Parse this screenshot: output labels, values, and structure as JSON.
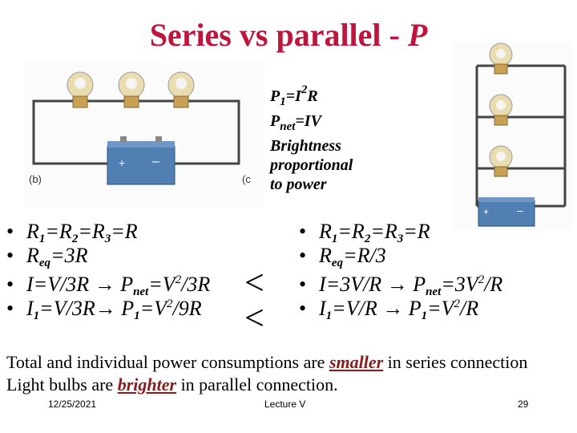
{
  "title": {
    "main": "Series vs parallel - ",
    "italic": "P"
  },
  "formulas": {
    "p1": {
      "a": "P",
      "sub": "1",
      "b": "=I",
      "sup": "2",
      "c": "R"
    },
    "pnet": {
      "a": "P",
      "sub": "net",
      "b": "=IV"
    },
    "line3": "Brightness",
    "line4": "proportional",
    "line5": "to power"
  },
  "figure_labels": {
    "series": "(b)",
    "partial": "(c"
  },
  "battery_signs": {
    "plus": "+",
    "minus": "–"
  },
  "series_list": [
    {
      "t1": "R",
      "s1": "1",
      "t2": "=R",
      "s2": "2",
      "t3": "=R",
      "s3": "3",
      "t4": "=R"
    },
    {
      "t1": "R",
      "s1": "eq",
      "t2": "=3R"
    },
    {
      "t1": "I=V/3R ",
      "arrow": "→",
      "t2": " P",
      "s2": "net",
      "t3": "=V",
      "sup": "2",
      "t4": "/3R"
    },
    {
      "t1": "I",
      "s1": "1",
      "t2": "=V/3R",
      "arrow": "→",
      "t3": " P",
      "s3": "1",
      "t4": "=V",
      "sup": "2",
      "t5": "/9R"
    }
  ],
  "parallel_list": [
    {
      "t1": "R",
      "s1": "1",
      "t2": "=R",
      "s2": "2",
      "t3": "=R",
      "s3": "3",
      "t4": "=R"
    },
    {
      "t1": "R",
      "s1": "eq",
      "t2": "=R/3"
    },
    {
      "t1": "I=3V/R ",
      "arrow": "→",
      "t2": " P",
      "s2": "net",
      "t3": "=3V",
      "sup": "2",
      "t4": "/R"
    },
    {
      "t1": "I",
      "s1": "1",
      "t2": "=V/R ",
      "arrow": "→",
      "t3": " P",
      "s3": "1",
      "t4": "=V",
      "sup": "2",
      "t5": "/R"
    }
  ],
  "comparators": [
    "<",
    "<"
  ],
  "bullet": "•",
  "conclusion": {
    "line1_a": "Total and individual power consumptions are ",
    "line1_emph": "smaller",
    "line1_b": " in series connection",
    "line2_a": "Light bulbs are ",
    "line2_emph": "brighter",
    "line2_b": " in parallel connection."
  },
  "footer": {
    "date": "12/25/2021",
    "center": "Lecture V",
    "page": "29"
  },
  "colors": {
    "title": "#c0143c",
    "emphasis": "#8b1a1a",
    "battery": "#4f7fb3"
  }
}
